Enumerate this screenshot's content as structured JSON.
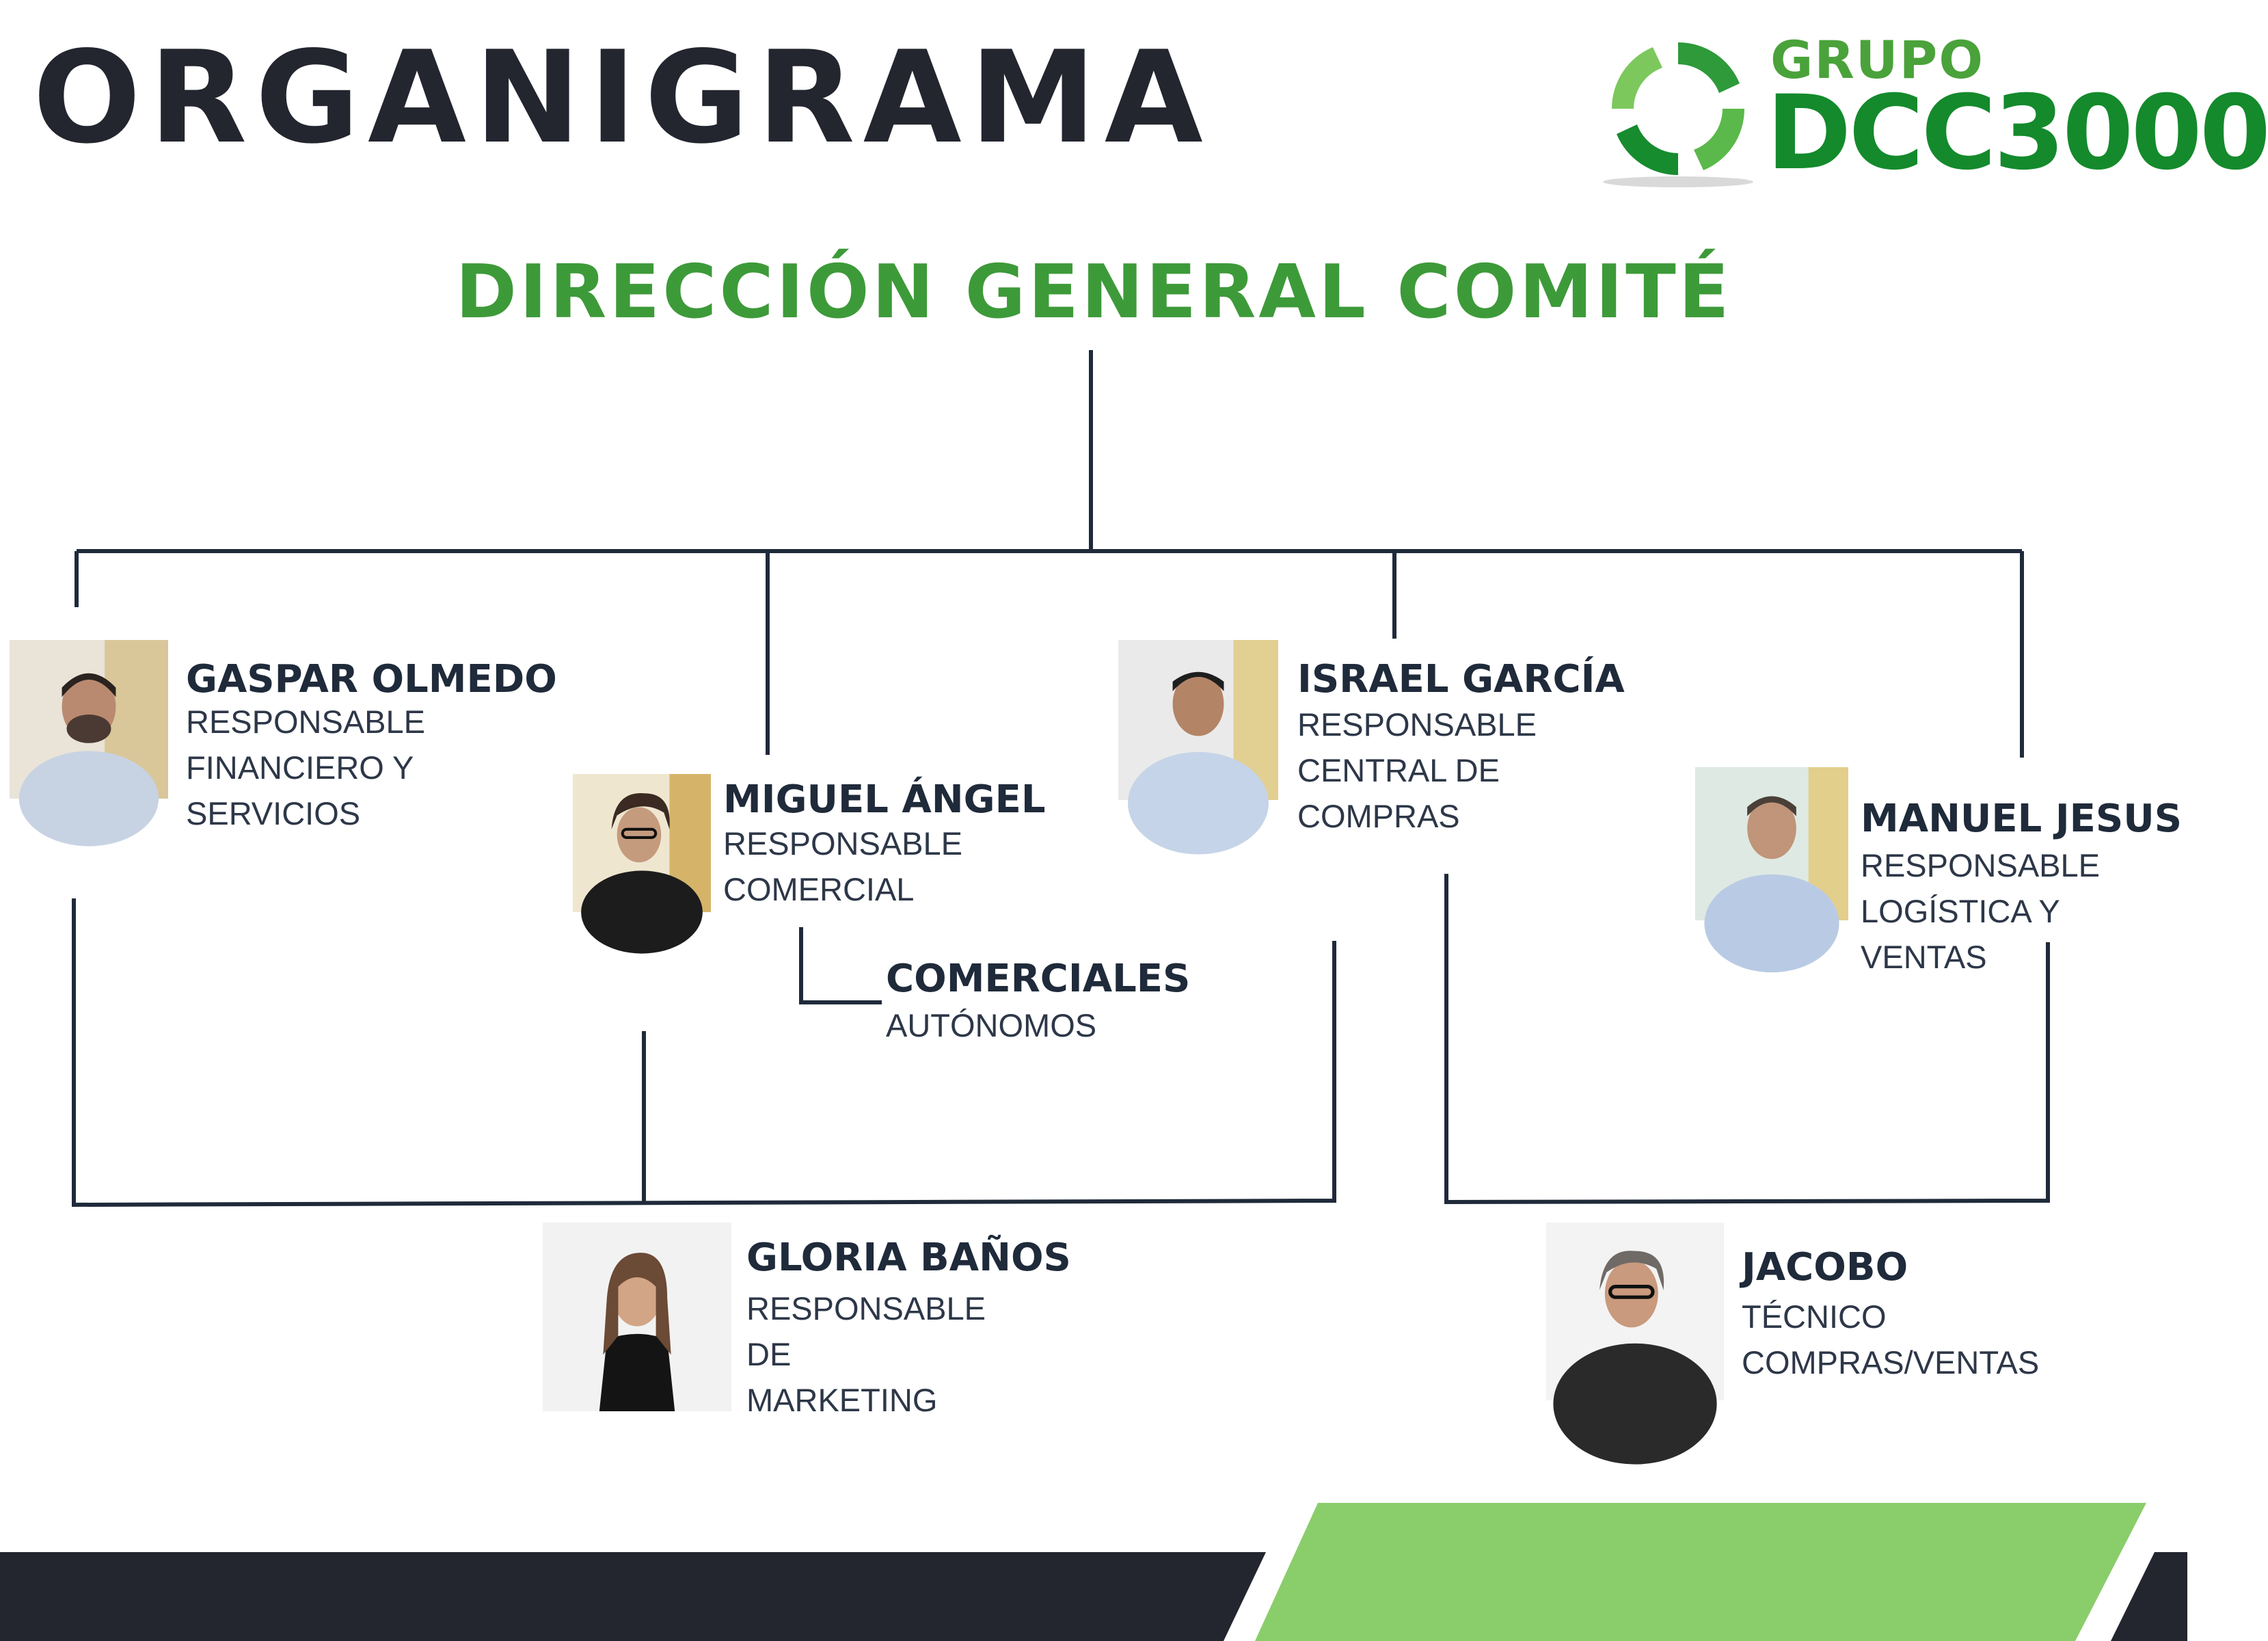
{
  "header": {
    "title": "ORGANIGRAMA",
    "logo_top": "GRUPO",
    "logo_main": "DCC3000"
  },
  "root": {
    "title": "DIRECCIÓN GENERAL COMITÉ"
  },
  "people": {
    "gaspar": {
      "name": "GASPAR OLMEDO",
      "role": "RESPONSABLE\nFINANCIERO Y\nSERVICIOS"
    },
    "miguel": {
      "name": "MIGUEL ÁNGEL",
      "role": "RESPONSABLE\nCOMERCIAL"
    },
    "comerciales": {
      "name": "COMERCIALES",
      "role": "AUTÓNOMOS"
    },
    "israel": {
      "name": "ISRAEL GARCÍA",
      "role": "RESPONSABLE\nCENTRAL DE\nCOMPRAS"
    },
    "manuel": {
      "name": "MANUEL JESUS",
      "role": "RESPONSABLE\nLOGÍSTICA Y VENTAS"
    },
    "gloria": {
      "name": "GLORIA BAÑOS",
      "role": "RESPONSABLE DE\nMARKETING"
    },
    "jacobo": {
      "name": "JACOBO",
      "role": "TÉCNICO\nCOMPRAS/VENTAS"
    }
  },
  "colors": {
    "title": "#23252f",
    "accent_green": "#3d9a39",
    "footer_dark": "#23252f",
    "footer_green": "#8acd6b",
    "line": "#1f2a3a"
  }
}
